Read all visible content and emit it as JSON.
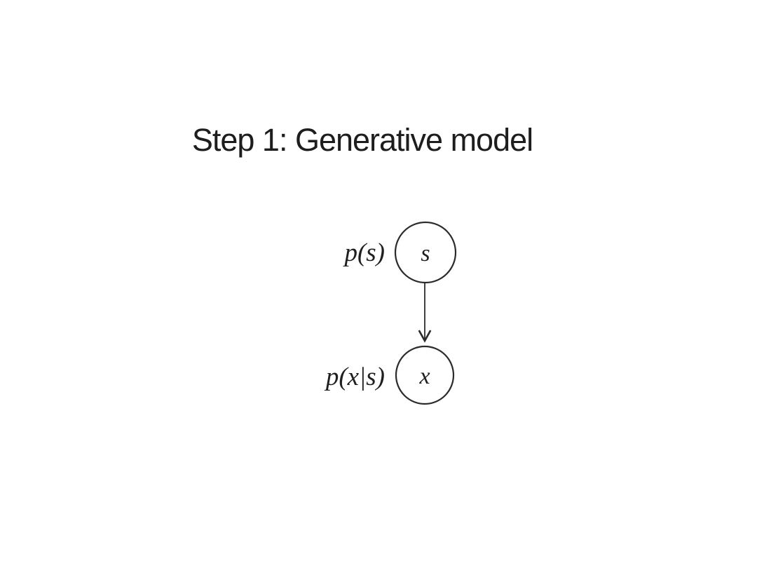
{
  "slide": {
    "title": "Step 1: Generative model",
    "background_color": "#ffffff",
    "ink_color": "#2b2b2b"
  },
  "diagram": {
    "type": "directed-graphical-model",
    "nodes": [
      {
        "id": "s",
        "label": "s",
        "annotation": "p(s)"
      },
      {
        "id": "x",
        "label": "x",
        "annotation": "p(x|s)"
      }
    ],
    "edges": [
      {
        "from": "s",
        "to": "x",
        "arrow": "down"
      }
    ]
  }
}
